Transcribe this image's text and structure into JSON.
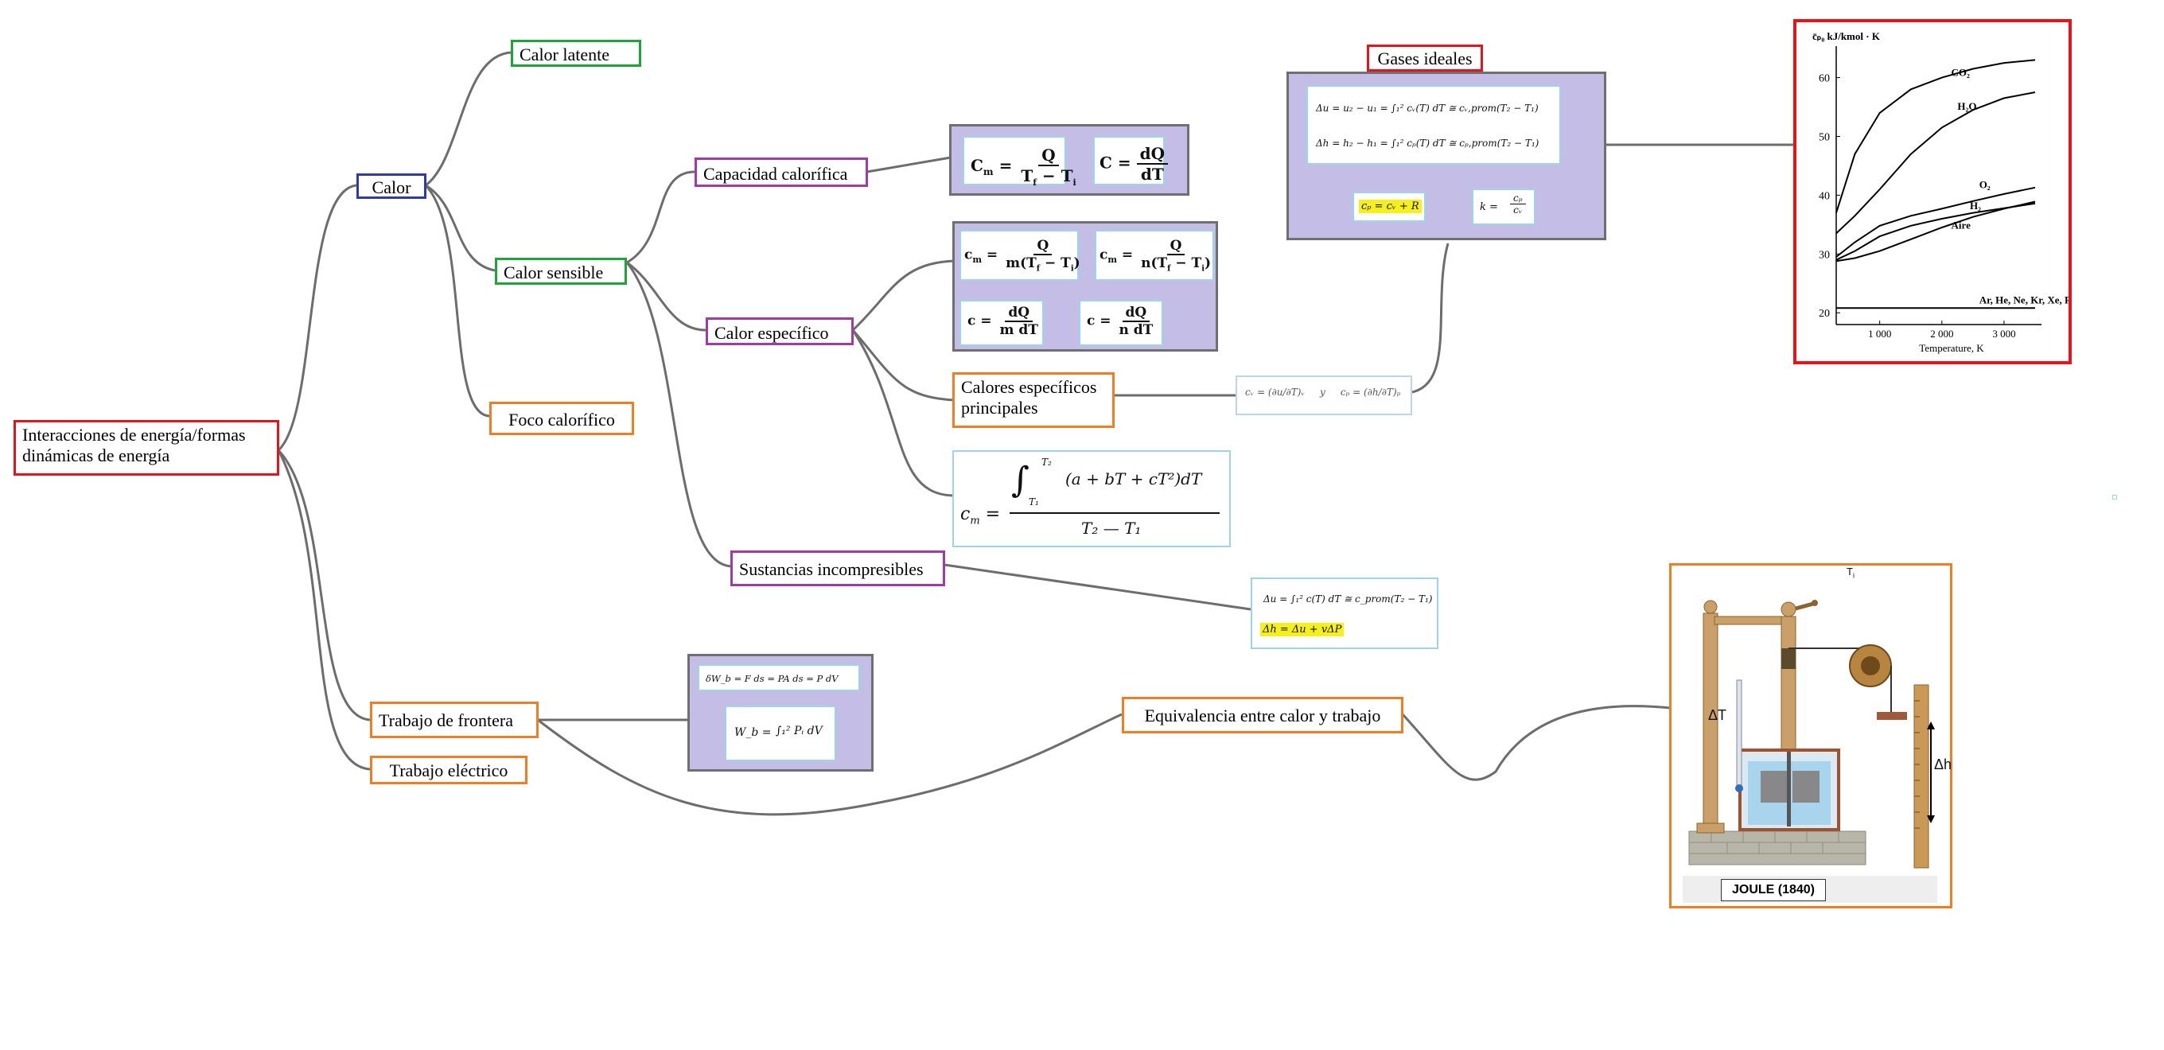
{
  "nodes": {
    "root": "Interacciones de energía/formas dinámicas de energía",
    "calor": "Calor",
    "calor_latente": "Calor latente",
    "calor_sensible": "Calor sensible",
    "foco": "Foco calorífico",
    "capacidad": "Capacidad calorífica",
    "especifico": "Calor específico",
    "principales": "Calores específicos principales",
    "incompresibles": "Sustancias incompresibles",
    "gases": "Gases ideales",
    "trabajo_frontera": "Trabajo de frontera",
    "trabajo_electrico": "Trabajo eléctrico",
    "equivalencia": "Equivalencia entre calor y trabajo"
  },
  "formulas": {
    "cap_cm_lhs": "C",
    "cap_cm_sub": "m",
    "cap_cm_num": "Q",
    "cap_cm_den": "T",
    "cap_c_num": "dQ",
    "cap_c_den": "dT",
    "esp_num1": "Q",
    "esp_den1": "m(T",
    "esp_num2": "Q",
    "esp_den2": "n(T",
    "esp_dq": "dQ",
    "esp_mdt": "m dT",
    "esp_ndt": "n dT",
    "principales": "c",
    "integral_lhs": "c",
    "integral_num": "(a + bT + cT²)dT",
    "integral_den": "T₂ — T₁",
    "gases_du": "Δu = u₂ − u₁ = ∫₁² cᵥ(T) dT ≅ cᵥ,prom(T₂ − T₁)",
    "gases_dh": "Δh = h₂ − h₁ = ∫₁² cₚ(T) dT ≅ cₚ,prom(T₂ − T₁)",
    "gases_cp": "cₚ = cᵥ + R",
    "gases_k": "k =",
    "gases_k_num": "cₚ",
    "gases_k_den": "cᵥ",
    "inc_du": "Δu = ∫₁² c(T) dT ≅ c_prom(T₂ − T₁)",
    "inc_dh": "Δh = Δu + vΔP",
    "tf_dw": "δW_b = F ds = PA ds = P dV",
    "tf_w": "W_b =",
    "tf_int": "∫₁² Pᵢ dV"
  },
  "chart_data": {
    "type": "line",
    "ylabel": "c̄ₚ₀ kJ/kmol · K",
    "xlabel": "Temperature, K",
    "xticks": [
      "1 000",
      "2 000",
      "3 000"
    ],
    "yticks": [
      "20",
      "30",
      "40",
      "50",
      "60"
    ],
    "xlim": [
      300,
      3500
    ],
    "ylim": [
      18,
      64
    ],
    "series": [
      {
        "name": "CO₂",
        "x": [
          300,
          600,
          1000,
          1500,
          2000,
          2500,
          3000,
          3500
        ],
        "y": [
          37,
          47,
          54,
          58,
          60,
          61.5,
          62.5,
          63
        ]
      },
      {
        "name": "H₂O",
        "x": [
          300,
          600,
          1000,
          1500,
          2000,
          2500,
          3000,
          3500
        ],
        "y": [
          33.5,
          36.5,
          41,
          47,
          51.5,
          54.5,
          56.5,
          57.5
        ]
      },
      {
        "name": "O₂",
        "x": [
          300,
          600,
          1000,
          1500,
          2000,
          2500,
          3000,
          3500
        ],
        "y": [
          29.5,
          32,
          34.8,
          36.5,
          37.7,
          39,
          40.2,
          41.3
        ]
      },
      {
        "name": "Aire",
        "x": [
          300,
          600,
          1000,
          1500,
          2000,
          2500,
          3000,
          3500
        ],
        "y": [
          29,
          30.5,
          33,
          34.8,
          36,
          37,
          37.8,
          38.6
        ]
      },
      {
        "name": "H₂",
        "x": [
          300,
          600,
          1000,
          1500,
          2000,
          2500,
          3000,
          3500
        ],
        "y": [
          28.8,
          29.3,
          30.5,
          32.5,
          34.5,
          36.3,
          37.7,
          38.9
        ]
      },
      {
        "name": "Ar, He, Ne, Kr, Xe, Rn",
        "x": [
          300,
          3500
        ],
        "y": [
          20.8,
          20.8
        ]
      }
    ]
  },
  "joule": {
    "caption": "JOULE (1840)",
    "t1": "T",
    "t1_sub": "i",
    "delta_t": "ΔT",
    "delta_h": "Δh"
  }
}
